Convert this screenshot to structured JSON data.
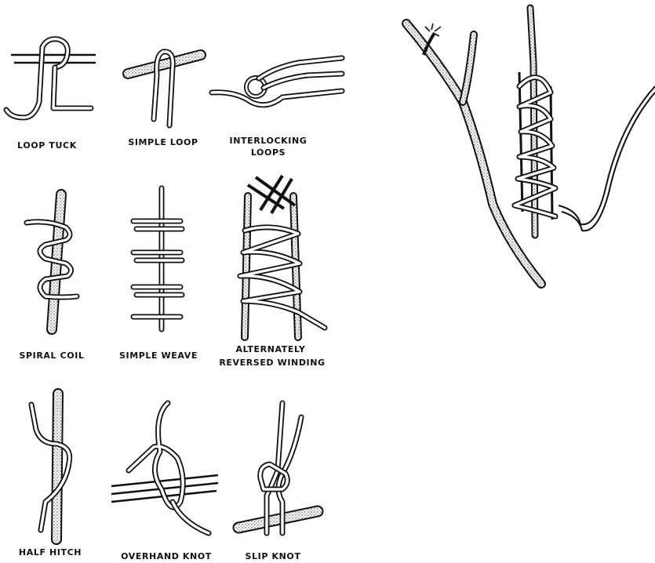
{
  "labels": {
    "loop_tuck": "LOOP TUCK",
    "simple_loop": "SIMPLE LOOP",
    "interlocking_loops_1": "INTERLOCKING",
    "interlocking_loops_2": "LOOPS",
    "spiral_coil": "SPIRAL COIL",
    "simple_weave": "SIMPLE WEAVE",
    "alternately_reversed_1": "ALTERNATELY",
    "alternately_reversed_2": "REVERSED WINDING",
    "half_hitch": "HALF HITCH",
    "overhand_knot": "OVERHAND KNOT",
    "slip_knot": "SLIP KNOT"
  },
  "colors": {
    "ink": "#111111",
    "paper": "#ffffff",
    "stick_fill": "#e9e9e9"
  }
}
